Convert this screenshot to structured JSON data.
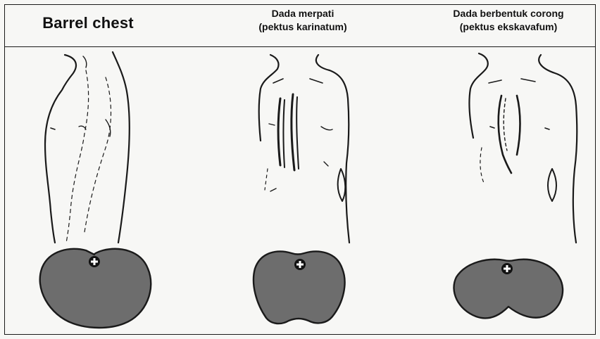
{
  "panels": [
    {
      "title": "Barrel chest",
      "subtitle": ""
    },
    {
      "title": "Dada merpati",
      "subtitle": "(pektus karinatum)"
    },
    {
      "title": "Dada berbentuk corong",
      "subtitle": "(pektus ekskavafum)"
    }
  ],
  "colors": {
    "line": "#1a1a1a",
    "section_fill": "#6d6d6d",
    "background": "#f7f7f5"
  }
}
